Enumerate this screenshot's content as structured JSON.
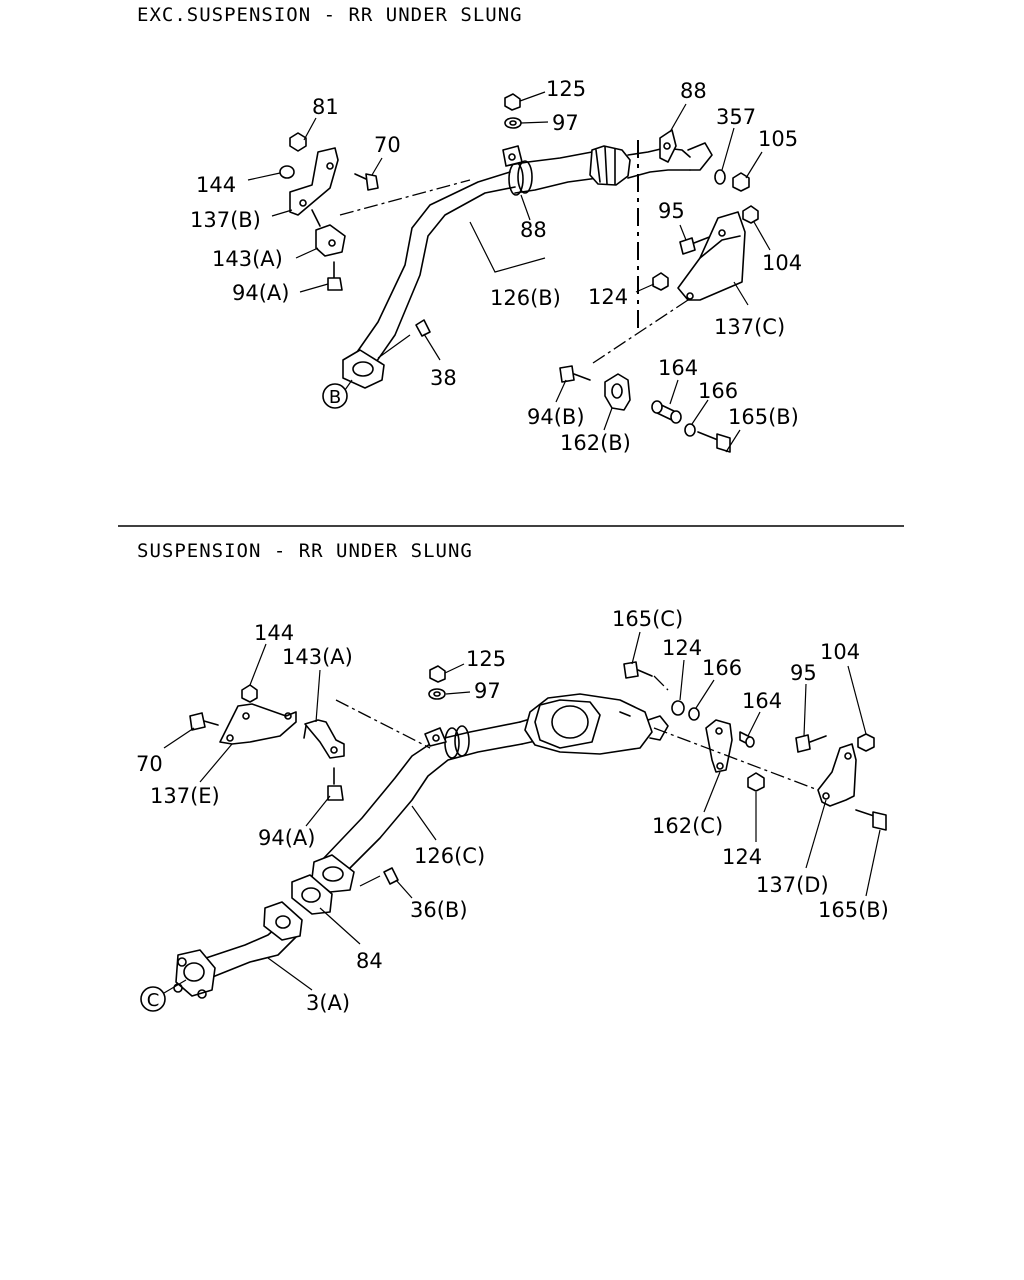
{
  "sections": [
    {
      "title": "EXC.SUSPENSION - RR UNDER SLUNG",
      "connector": "B",
      "labels": [
        "125",
        "97",
        "88",
        "357",
        "105",
        "81",
        "70",
        "144",
        "137(B)",
        "88",
        "143(A)",
        "126(B)",
        "94(A)",
        "95",
        "104",
        "124",
        "137(C)",
        "38",
        "164",
        "166",
        "94(B)",
        "165(B)",
        "162(B)"
      ]
    },
    {
      "title": "SUSPENSION - RR UNDER SLUNG",
      "connector": "C",
      "labels": [
        "165(C)",
        "124",
        "166",
        "104",
        "144",
        "143(A)",
        "125",
        "97",
        "164",
        "95",
        "70",
        "137(E)",
        "94(A)",
        "162(C)",
        "126(C)",
        "124",
        "137(D)",
        "36(B)",
        "165(B)",
        "84",
        "3(A)"
      ]
    }
  ]
}
